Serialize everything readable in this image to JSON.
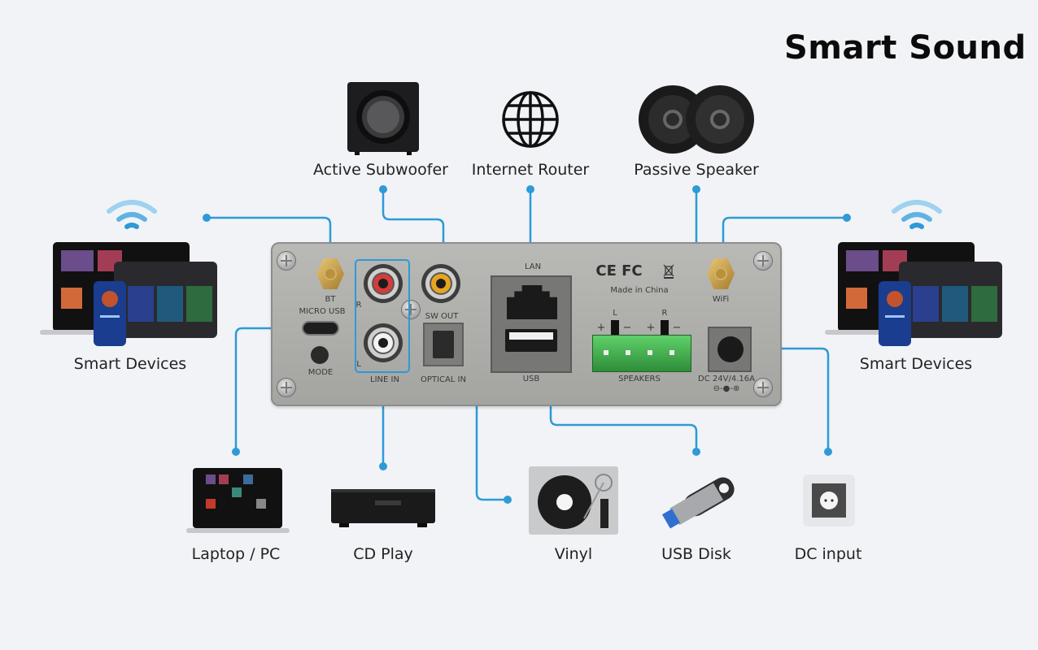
{
  "title": "Smart Sound",
  "accent_color": "#2e9ad6",
  "top_devices": [
    {
      "label": "Active Subwoofer",
      "icon": "subwoofer-icon"
    },
    {
      "label": "Internet Router",
      "icon": "globe-icon"
    },
    {
      "label": "Passive Speaker",
      "icon": "speaker-pair-icon"
    }
  ],
  "side_devices": {
    "left": {
      "label": "Smart Devices",
      "icon": "smart-devices-icon",
      "signal": "wifi-icon"
    },
    "right": {
      "label": "Smart Devices",
      "icon": "smart-devices-icon",
      "signal": "wifi-icon"
    }
  },
  "bottom_devices": [
    {
      "label": "Laptop / PC",
      "icon": "laptop-icon"
    },
    {
      "label": "CD Play",
      "icon": "cd-player-icon"
    },
    {
      "label": "Vinyl",
      "icon": "turntable-icon"
    },
    {
      "label": "USB Disk",
      "icon": "usb-drive-icon"
    },
    {
      "label": "DC input",
      "icon": "power-socket-icon"
    }
  ],
  "panel": {
    "bt": "BT",
    "micro_usb": "MICRO USB",
    "mode": "MODE",
    "line_in": "LINE IN",
    "line_r": "R",
    "line_l": "L",
    "sw_out": "SW OUT",
    "optical_in": "OPTICAL IN",
    "lan": "LAN",
    "usb": "USB",
    "certs": "CE FC",
    "made_in": "Made in China",
    "wifi": "WiFi",
    "speakers": "SPEAKERS",
    "spk_l": "L",
    "spk_r": "R",
    "plus": "+",
    "minus": "−",
    "dc": "DC 24V/4.16A",
    "polarity": "⊖-●-⊕"
  }
}
